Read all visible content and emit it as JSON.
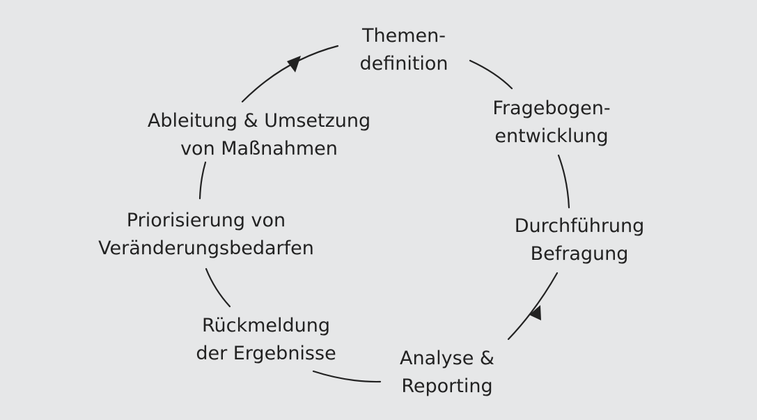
{
  "diagram": {
    "type": "cycle",
    "background_color": "#e6e7e8",
    "text_color": "#222222",
    "line_color": "#222222",
    "steps": [
      {
        "line1": "Themen-",
        "line2": "definition"
      },
      {
        "line1": "Fragebogen-",
        "line2": "entwicklung"
      },
      {
        "line1": "Durchführung",
        "line2": "Befragung"
      },
      {
        "line1": "Analyse &",
        "line2": "Reporting"
      },
      {
        "line1": "Rückmeldung",
        "line2": "der Ergebnisse"
      },
      {
        "line1": "Priorisierung von",
        "line2": "Veränderungsbedarfen"
      },
      {
        "line1": "Ableitung & Umsetzung",
        "line2": "von Maßnahmen"
      }
    ],
    "arrowheads": [
      "arrowhead-icon",
      "arrowhead-icon"
    ]
  }
}
